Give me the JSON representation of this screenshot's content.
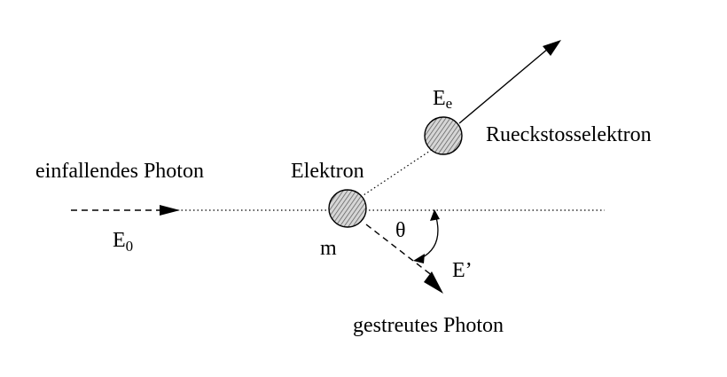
{
  "labels": {
    "incident_photon": "einfallendes Photon",
    "incident_energy_main": "E",
    "incident_energy_sub": "0",
    "electron": "Elektron",
    "mass": "m",
    "angle": "θ",
    "recoil_energy_main": "E",
    "recoil_energy_sub": "e",
    "recoil_electron": "Rueckstosselektron",
    "scattered_energy": "E’",
    "scattered_photon": "gestreutes Photon"
  },
  "colors": {
    "ink": "#000000",
    "particle_fill": "#bdbdbd",
    "background": "#ffffff"
  }
}
